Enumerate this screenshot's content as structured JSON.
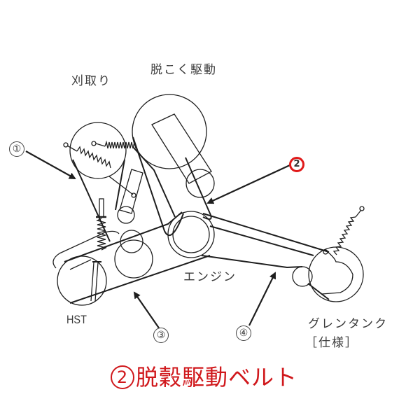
{
  "labels": {
    "reaping": "刈取り",
    "threshing_drive": "脱こく駆動",
    "engine": "エンジン",
    "hst": "HST",
    "grain_tank": "グレンタンク",
    "grain_tank_note": "［仕様］"
  },
  "callouts": [
    {
      "number": "1",
      "glyph": "①",
      "target": "reaping belt"
    },
    {
      "number": "2",
      "glyph": "2",
      "target": "threshing drive belt",
      "highlighted": true,
      "highlight_color": "#e01a1a"
    },
    {
      "number": "3",
      "glyph": "③",
      "target": "HST belt"
    },
    {
      "number": "4",
      "glyph": "④",
      "target": "grain tank belt"
    }
  ],
  "caption": {
    "number": "2",
    "text": "脱穀駆動ベルト",
    "color": "#d0181c"
  },
  "colors": {
    "line": "#1e1e1e",
    "text": "#3a3a3a",
    "accent_red": "#d0181c",
    "background": "#ffffff"
  }
}
